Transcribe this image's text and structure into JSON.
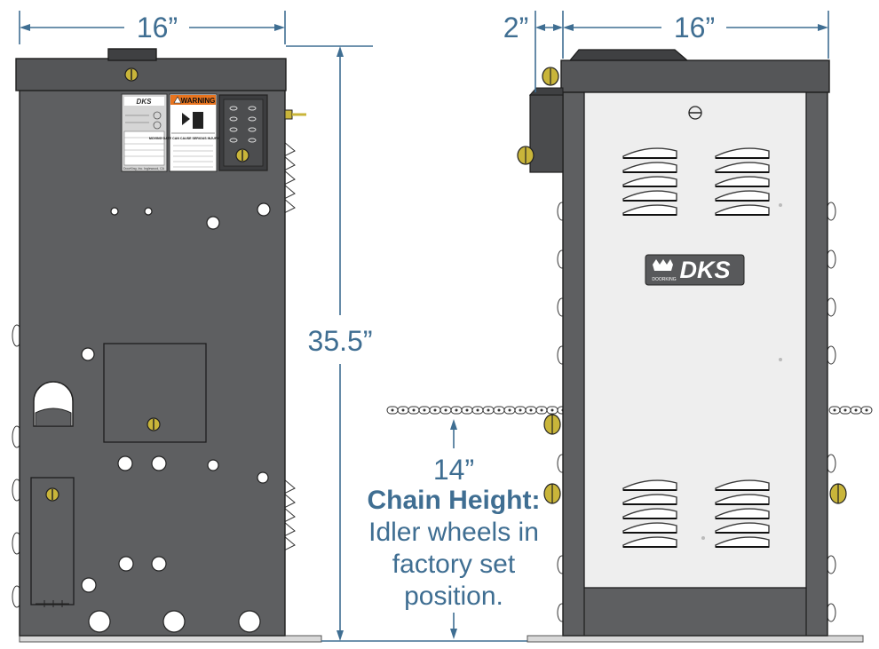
{
  "dimensions": {
    "left_width": "16”",
    "right_width": "16”",
    "right_depth": "2”",
    "height": "35.5”",
    "chain_height_value": "14”"
  },
  "chain_height_note": {
    "title": "Chain Height:",
    "line1": "Idler wheels in",
    "line2": "factory set",
    "line3": "position."
  },
  "logo": {
    "brand": "DKS",
    "sub": "DOORKING"
  },
  "warning_label": {
    "header": "WARNING",
    "text": "MOVING GATE CAN CAUSE SERIOUS INJURY OR DEATH"
  },
  "id_plate": {
    "caption": "DoorKing, Inc. Inglewood, CA"
  },
  "colors": {
    "cabinet": "#5e5f61",
    "cabinet_dark": "#4a4b4d",
    "door_panel": "#eeeeee",
    "dimension": "#3f6e92",
    "bolt": "#c9b53a",
    "warning": "#e8741f"
  }
}
